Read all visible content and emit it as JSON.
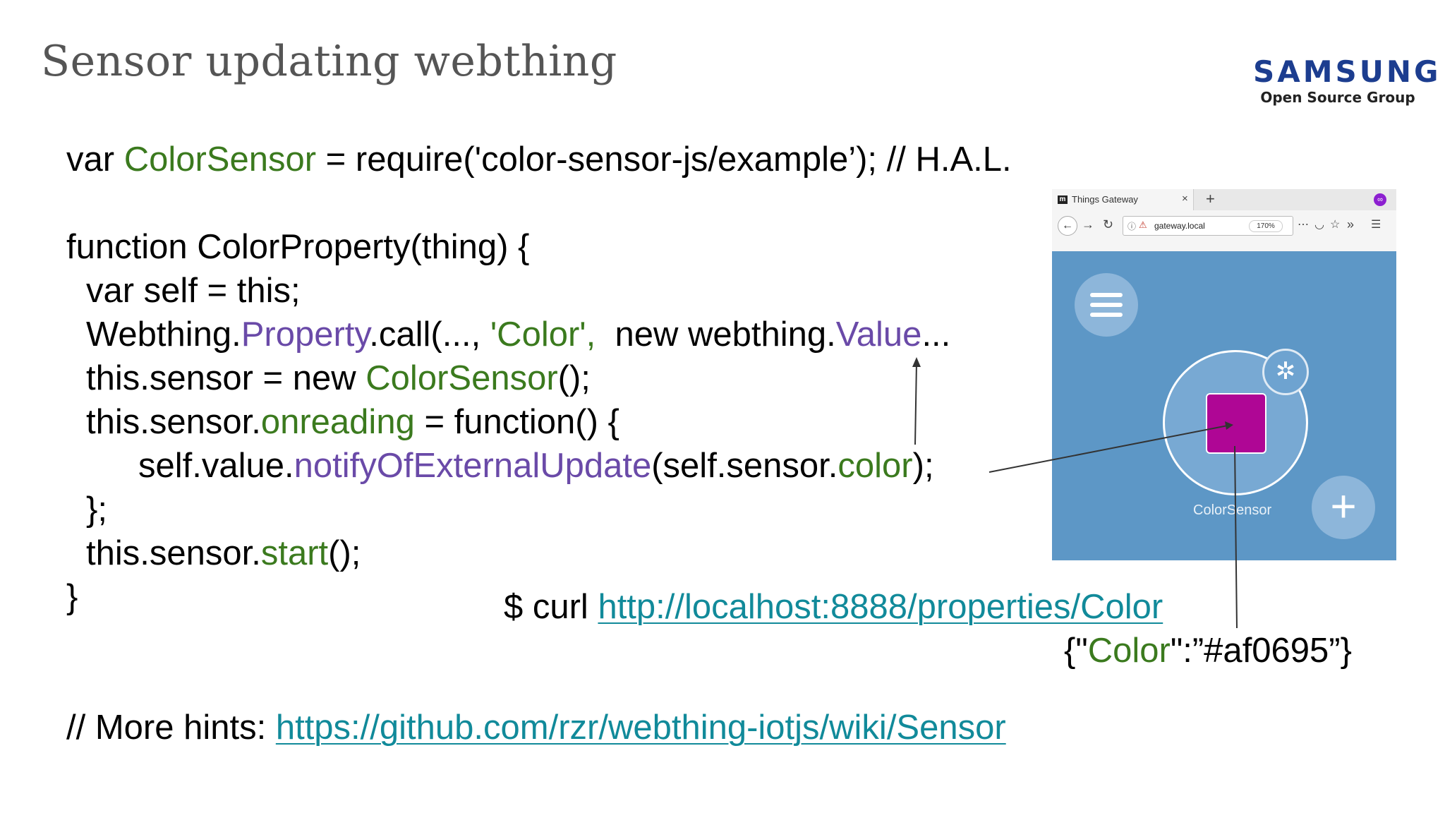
{
  "slide": {
    "title": "Sensor updating webthing",
    "logo": {
      "brand": "SAMSUNG",
      "subtitle": "Open Source Group"
    },
    "code": {
      "l1_a": "var ",
      "l1_b": "ColorSensor",
      "l1_c": " = require('color-sensor-js/example’); // H.A.L.",
      "l2": "function ColorProperty(thing) {",
      "l3": "var self = this;",
      "l4_a": "Webthing.",
      "l4_b": "Property",
      "l4_c": ".call(..., ",
      "l4_d": "'Color',",
      "l4_e": "  new webthing.",
      "l4_f": "Value",
      "l4_g": "...",
      "l5_a": "this.sensor = new ",
      "l5_b": "ColorSensor",
      "l5_c": "();",
      "l6_a": "this.sensor.",
      "l6_b": "onreading",
      "l6_c": " = function() {",
      "l7_a": "self.value.",
      "l7_b": "notifyOfExternalUpdate",
      "l7_c": "(self.sensor.",
      "l7_d": "color",
      "l7_e": ");",
      "l8": "};",
      "l9_a": "this.sensor.",
      "l9_b": "start",
      "l9_c": "();",
      "l10": "}"
    },
    "curl": {
      "prefix": "$ curl ",
      "url": "http://localhost:8888/properties/Color"
    },
    "response": {
      "open": "{\"",
      "key": "Color",
      "rest": "\":”#af0695”}"
    },
    "hints": {
      "prefix": "// More hints: ",
      "url": "https://github.com/rzr/webthing-iotjs/wiki/Sensor"
    }
  },
  "browser": {
    "tab_title": "Things Gateway",
    "tab_favicon": "m",
    "close_icon": "×",
    "new_tab_icon": "+",
    "url": "gateway.local",
    "zoom": "170%",
    "thing_label": "ColorSensor",
    "thing_color": "#af0695",
    "add_icon": "+"
  },
  "colors": {
    "keyword_green": "#3b7a1e",
    "method_purple": "#6a4aa8",
    "link_teal": "#118a9a",
    "gateway_blue": "#5d97c6"
  }
}
